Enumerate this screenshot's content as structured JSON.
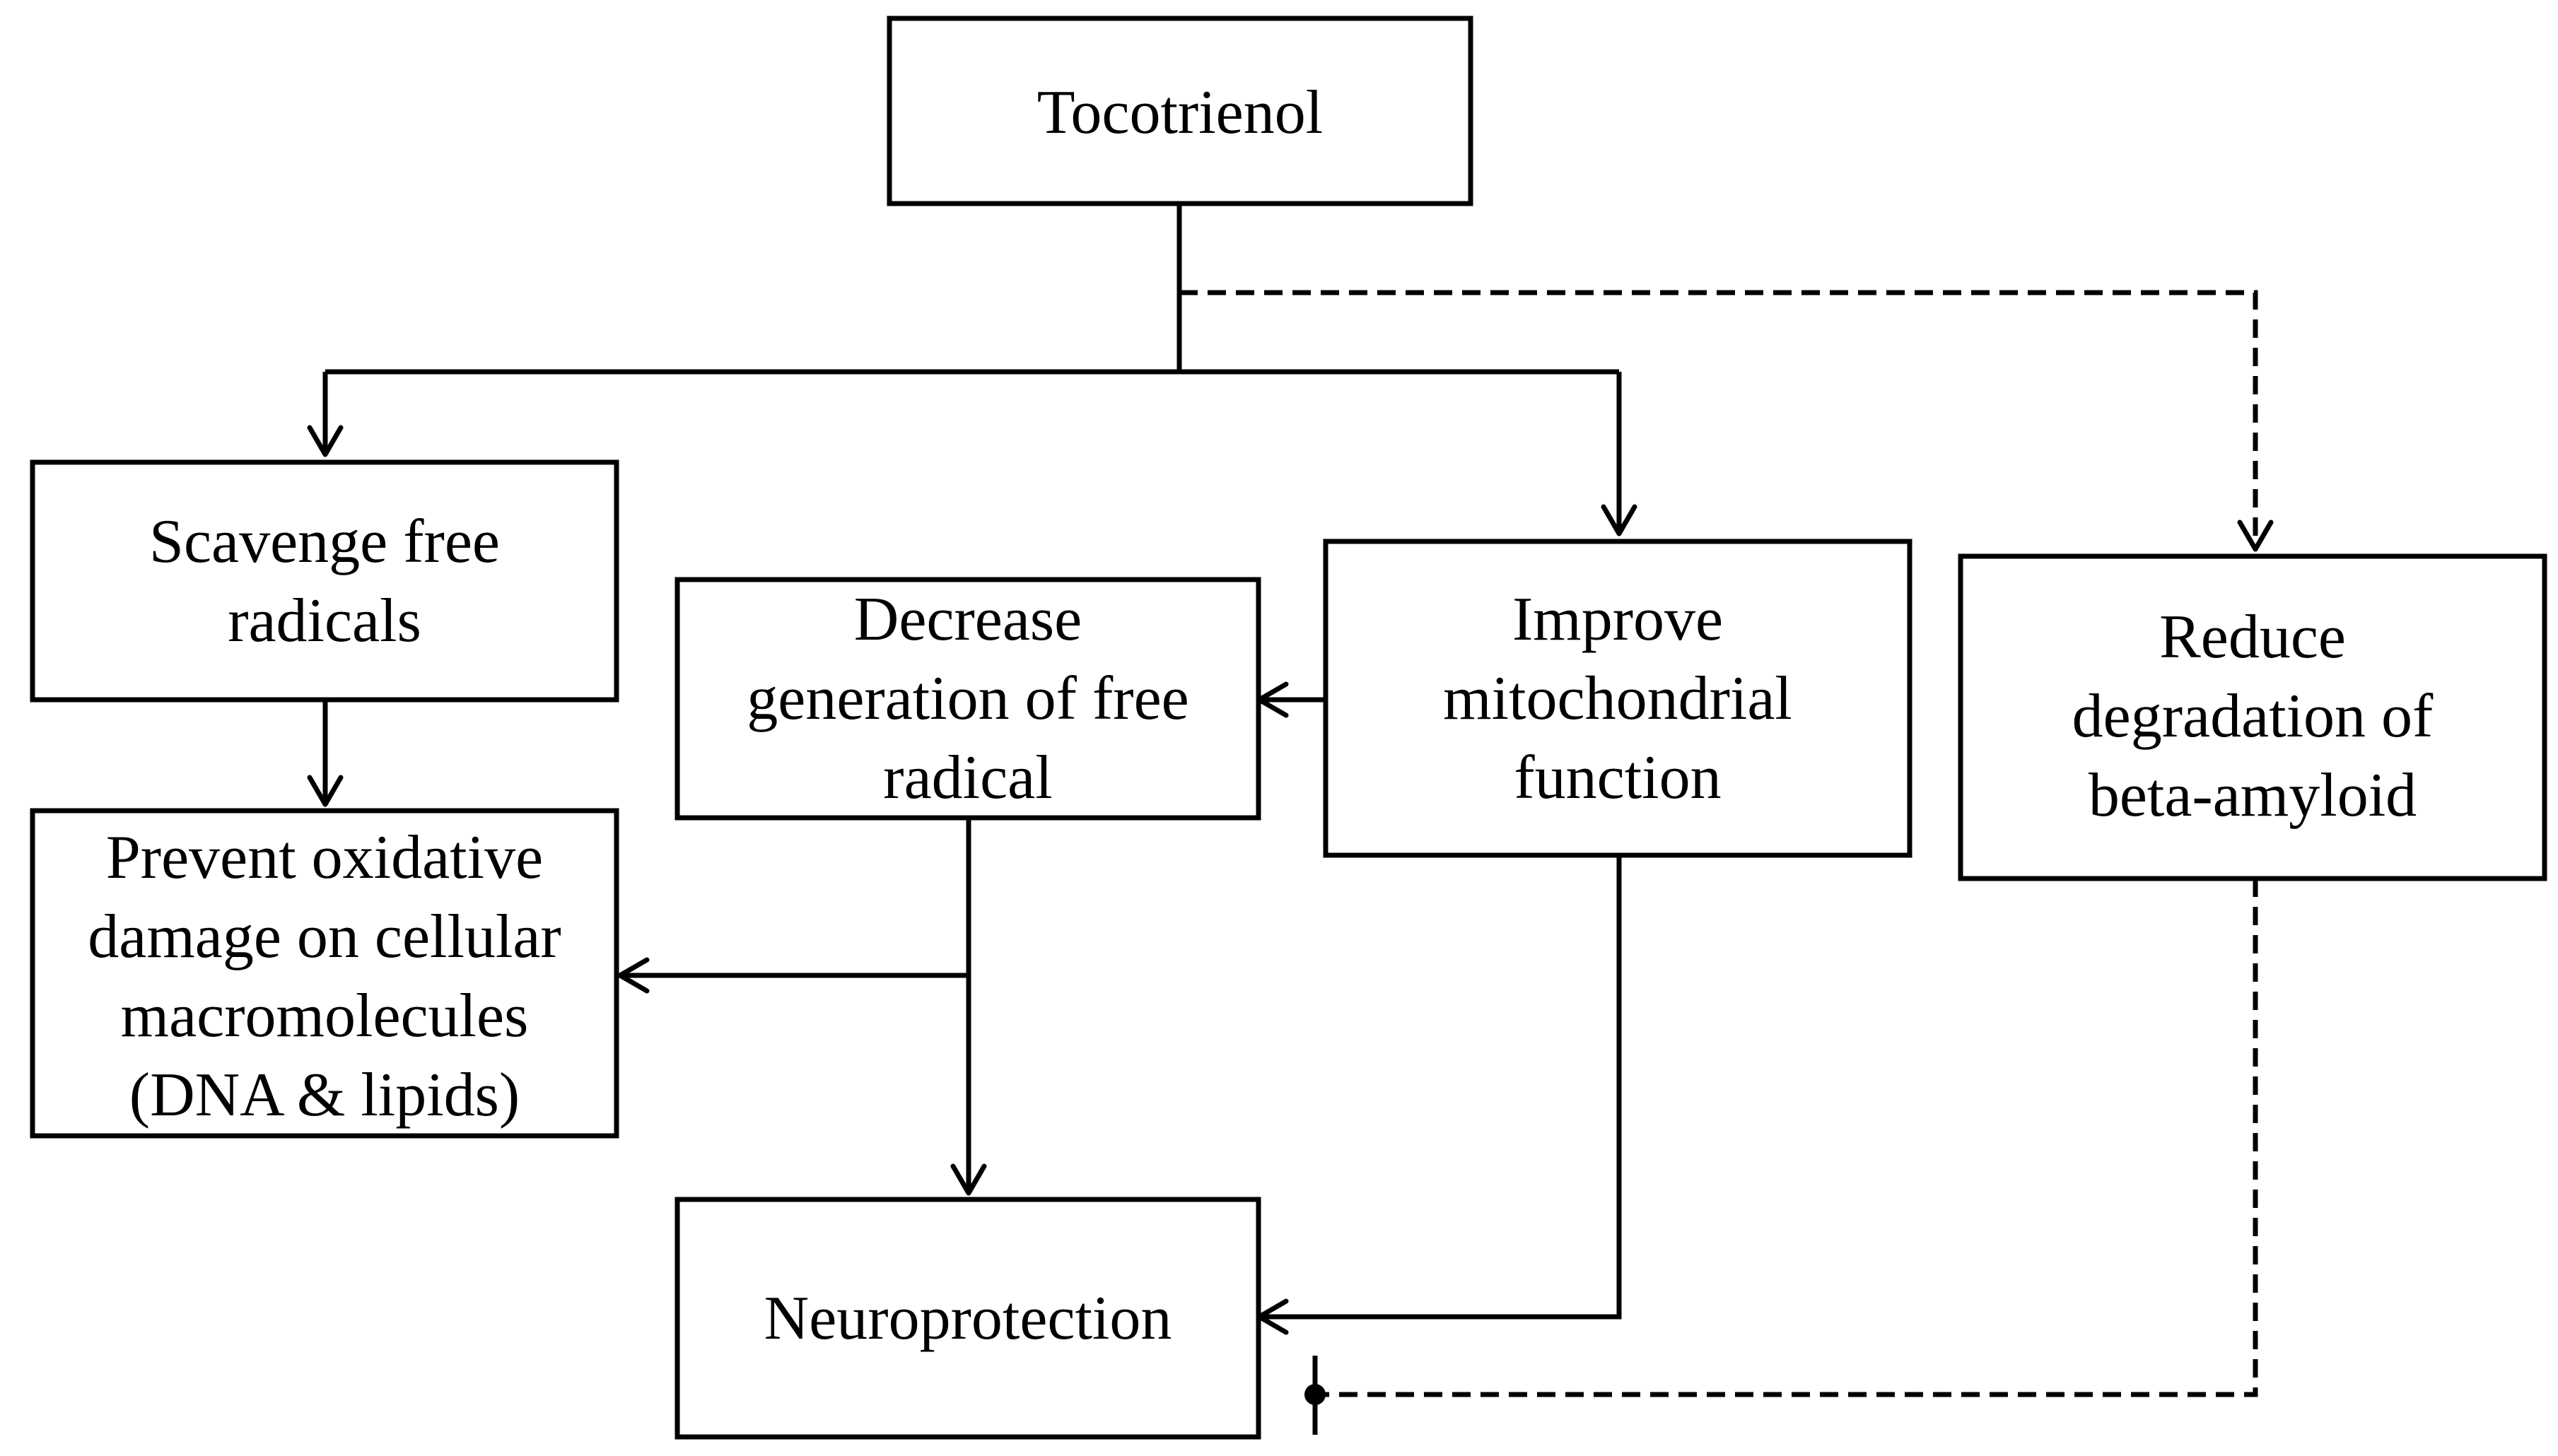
{
  "nodes": {
    "tocotrienol": {
      "lines": [
        "Tocotrienol"
      ]
    },
    "scavenge": {
      "lines": [
        "Scavenge free",
        "radicals"
      ]
    },
    "decrease": {
      "lines": [
        "Decrease",
        "generation of free",
        "radical"
      ]
    },
    "improve": {
      "lines": [
        "Improve",
        "mitochondrial",
        "function"
      ]
    },
    "reduce": {
      "lines": [
        "Reduce",
        "degradation of",
        "beta-amyloid"
      ]
    },
    "prevent": {
      "lines": [
        "Prevent oxidative",
        "damage on cellular",
        "macromolecules",
        "(DNA & lipids)"
      ]
    },
    "neuroprotection": {
      "lines": [
        "Neuroprotection"
      ]
    }
  },
  "edges": [
    {
      "from": "tocotrienol",
      "to": "scavenge",
      "style": "solid",
      "type": "activation"
    },
    {
      "from": "tocotrienol",
      "to": "improve",
      "style": "solid",
      "type": "activation"
    },
    {
      "from": "tocotrienol",
      "to": "reduce",
      "style": "dashed",
      "type": "activation"
    },
    {
      "from": "scavenge",
      "to": "prevent",
      "style": "solid",
      "type": "activation"
    },
    {
      "from": "improve",
      "to": "decrease",
      "style": "solid",
      "type": "activation"
    },
    {
      "from": "decrease",
      "to": "prevent",
      "style": "solid",
      "type": "activation"
    },
    {
      "from": "decrease",
      "to": "neuroprotection",
      "style": "solid",
      "type": "activation"
    },
    {
      "from": "improve",
      "to": "neuroprotection",
      "style": "solid",
      "type": "activation"
    },
    {
      "from": "reduce",
      "to": "neuroprotection",
      "style": "dashed",
      "type": "inhibition"
    }
  ]
}
